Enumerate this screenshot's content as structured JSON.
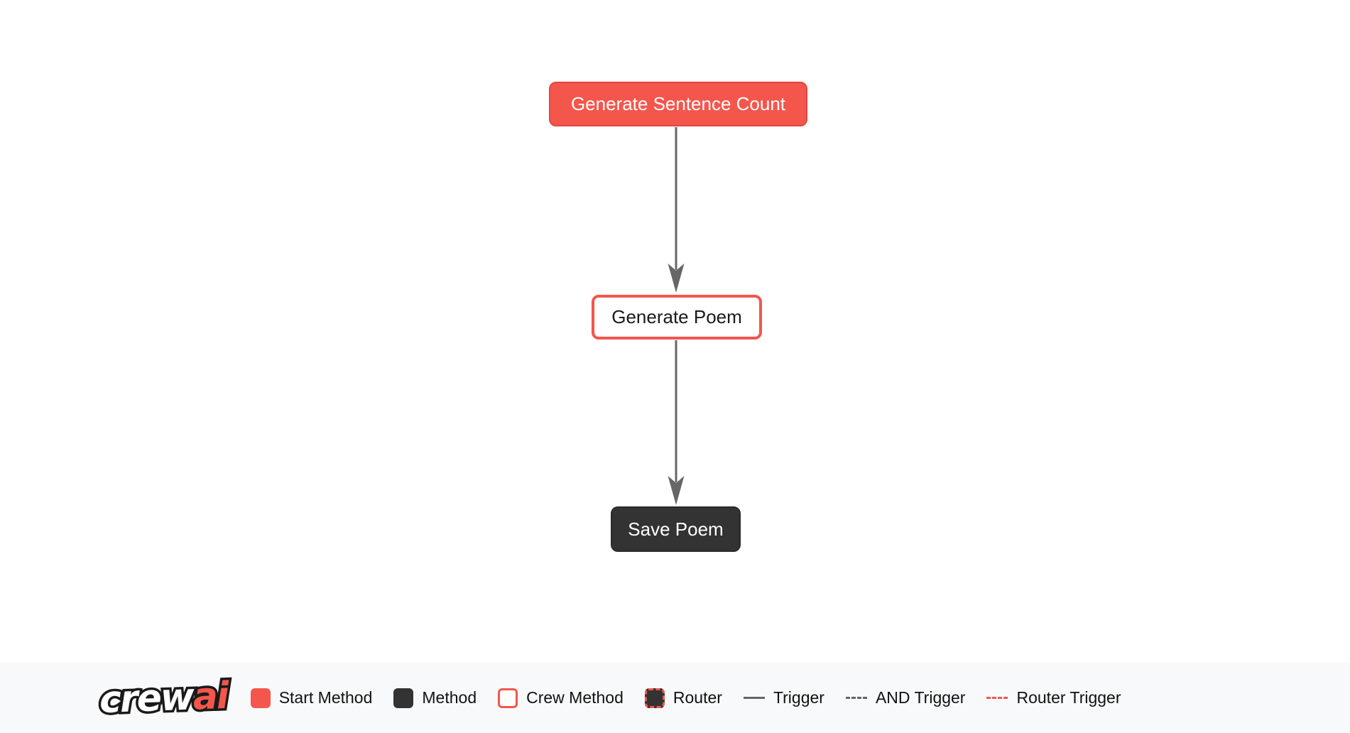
{
  "diagram": {
    "nodes": [
      {
        "label": "Generate Sentence Count",
        "type": "start-method"
      },
      {
        "label": "Generate Poem",
        "type": "crew-method"
      },
      {
        "label": "Save Poem",
        "type": "method"
      }
    ],
    "edges": [
      {
        "from": "Generate Sentence Count",
        "to": "Generate Poem",
        "type": "trigger"
      },
      {
        "from": "Generate Poem",
        "to": "Save Poem",
        "type": "trigger"
      }
    ]
  },
  "legend": {
    "logo": {
      "part1": "crew",
      "part2": "ai"
    },
    "items": [
      {
        "label": "Start Method"
      },
      {
        "label": "Method"
      },
      {
        "label": "Crew Method"
      },
      {
        "label": "Router"
      },
      {
        "label": "Trigger"
      },
      {
        "label": "AND Trigger"
      },
      {
        "label": "Router Trigger"
      }
    ]
  },
  "colors": {
    "accent_red": "#F4564C",
    "method_dark": "#333333",
    "edge_gray": "#666666",
    "legend_background": "#F8F9FA"
  }
}
